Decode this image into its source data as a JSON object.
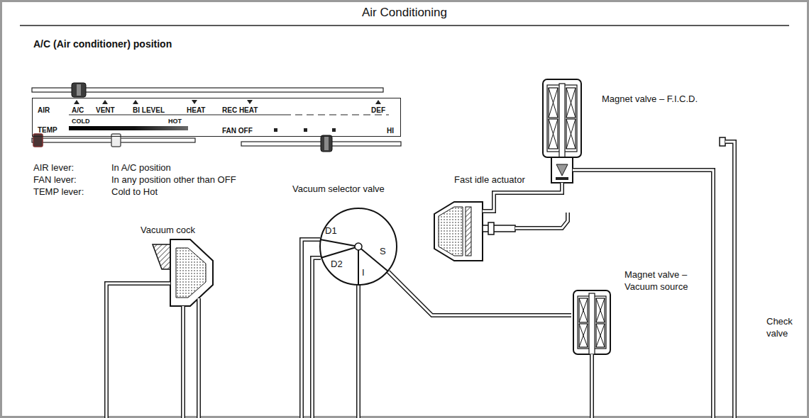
{
  "diagram": {
    "title": "Air Conditioning",
    "nodes": [
      {
        "text": [
          "AIR",
          "A/C",
          "VENT",
          "BI LEVEL",
          "HEAT",
          "REC HEAT",
          "DEF",
          "COLD",
          "HOT",
          "TEMP",
          "FAN OFF",
          "HI"
        ]
      },
      {
        "text": [
          "Magnet valve – F.I.C.D."
        ]
      },
      {
        "text": [
          "Vacuum selector valve",
          "D1",
          "D2",
          "S",
          "I"
        ]
      },
      {
        "text": [
          "Fast idle actuator"
        ]
      },
      {
        "text": [
          "Vacuum cock"
        ]
      },
      {
        "text": [
          "Magnet valve – Vacuum source"
        ]
      }
    ],
    "edges": [
      {
        "from": 2,
        "to": 5,
        "arrow": "none"
      },
      {
        "from": 1,
        "to": 3,
        "arrow": "none"
      }
    ],
    "labels": [
      "A/C (Air conditioner) position",
      "AIR lever:",
      "In A/C position",
      "FAN lever:",
      "In any position other than OFF",
      "TEMP lever:",
      "Cold to Hot",
      "Check valve"
    ]
  }
}
